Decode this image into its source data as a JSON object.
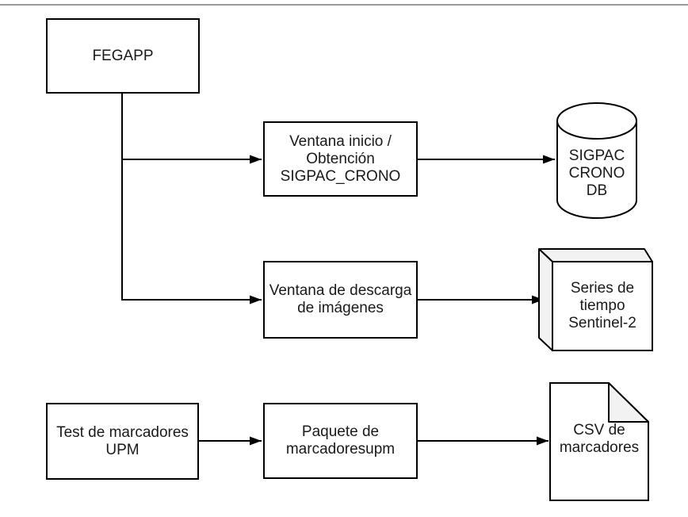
{
  "nodes": {
    "fegapp": {
      "label": "FEGAPP",
      "shape": "rectangle"
    },
    "ventana_inicio": {
      "label": "Ventana inicio /\nObtención\nSIGPAC_CRONO",
      "shape": "rectangle"
    },
    "sigpac_db": {
      "label": "SIGPAC\nCRONO\nDB",
      "shape": "cylinder-database"
    },
    "ventana_descarga": {
      "label": "Ventana de descarga\nde imágenes",
      "shape": "rectangle"
    },
    "series_tiempo": {
      "label": "Series de\ntiempo\nSentinel-2",
      "shape": "cube"
    },
    "test_marcadores": {
      "label": "Test de marcadores\nUPM",
      "shape": "rectangle"
    },
    "paquete": {
      "label": "Paquete de\nmarcadoresupm",
      "shape": "rectangle"
    },
    "csv_marcadores": {
      "label": "CSV de\nmarcadores",
      "shape": "document-folded-corner"
    }
  },
  "edges": [
    {
      "from": "fegapp",
      "to": "ventana_inicio"
    },
    {
      "from": "fegapp",
      "to": "ventana_descarga"
    },
    {
      "from": "ventana_inicio",
      "to": "sigpac_db"
    },
    {
      "from": "ventana_descarga",
      "to": "series_tiempo"
    },
    {
      "from": "test_marcadores",
      "to": "paquete"
    },
    {
      "from": "paquete",
      "to": "csv_marcadores"
    }
  ],
  "colors": {
    "stroke": "#000000",
    "shape_fill": "#ffffff",
    "side_face_fill": "#f2f2f2",
    "divider": "#999999",
    "text": "#1a1a1a"
  }
}
